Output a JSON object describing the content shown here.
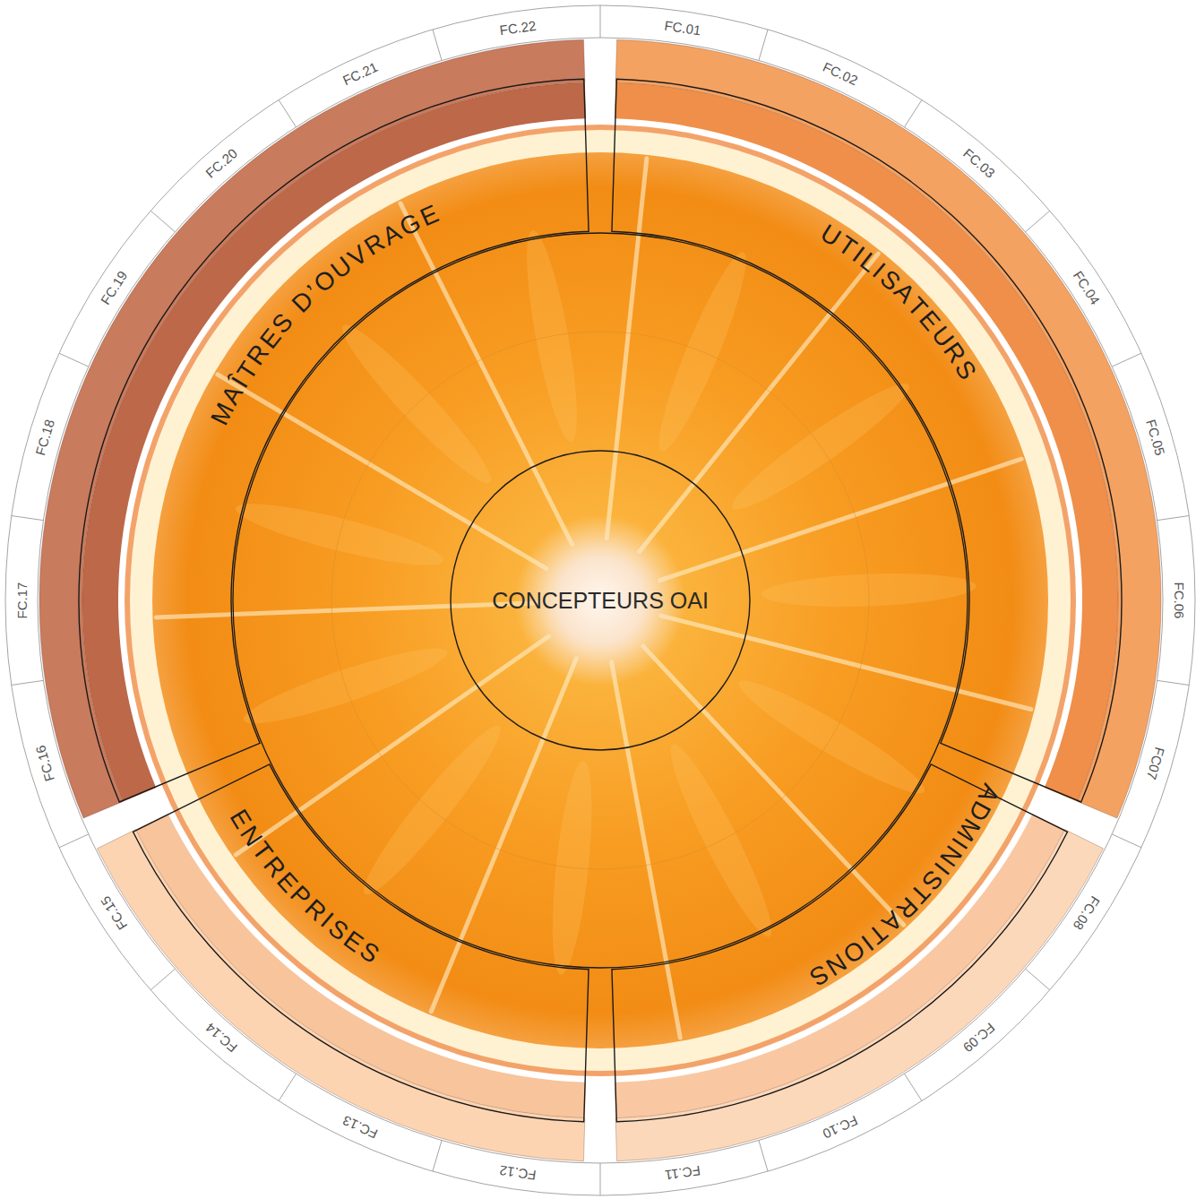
{
  "diagram": {
    "nodes": [
      {
        "text": [
          "MAÎTRES D’OUVRAGE"
        ]
      },
      {
        "text": [
          "UTILISATEURS"
        ]
      },
      {
        "text": [
          "ENTREPRISES"
        ]
      },
      {
        "text": [
          "ADMINISTRATIONS"
        ]
      },
      {
        "text": [
          "CONCEPTEURS OAI"
        ]
      }
    ],
    "labels": [
      "FC.01",
      "FC.02",
      "FC.03",
      "FC.04",
      "FC.05",
      "FC.06",
      "FC07",
      "FC.08",
      "FC.09",
      "FC.10",
      "FC.11",
      "FC.12",
      "FC.13",
      "FC.14",
      "FC.15",
      "FC.16",
      "FC.17",
      "FC.18",
      "FC.19",
      "FC.20",
      "FC.21",
      "FC.22"
    ]
  }
}
